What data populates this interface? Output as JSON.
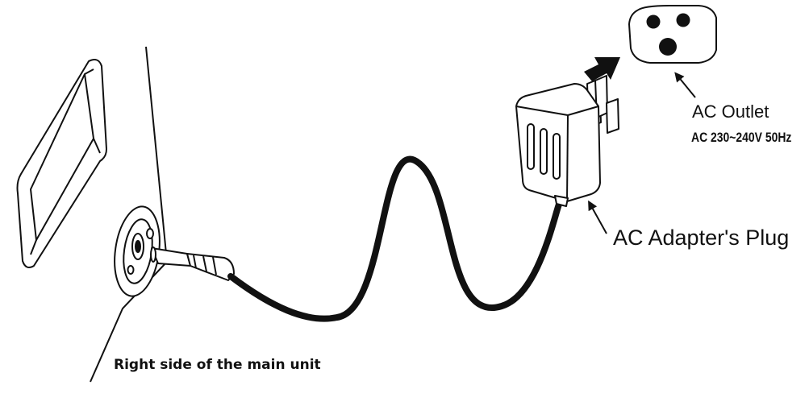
{
  "labels": {
    "outlet_title": "AC Outlet",
    "outlet_spec": "AC 230~240V 50Hz",
    "adapter_plug": "AC Adapter's Plug",
    "unit_side": "Right side of the main unit"
  },
  "icons": {
    "outlet": "ac-outlet-icon",
    "adapter": "ac-adapter-icon",
    "insert_arrow": "arrow-right-icon",
    "pointer_outlet": "arrow-up-left-icon",
    "pointer_plug": "arrow-up-left-icon"
  },
  "colors": {
    "ink": "#111111",
    "background": "#ffffff"
  }
}
